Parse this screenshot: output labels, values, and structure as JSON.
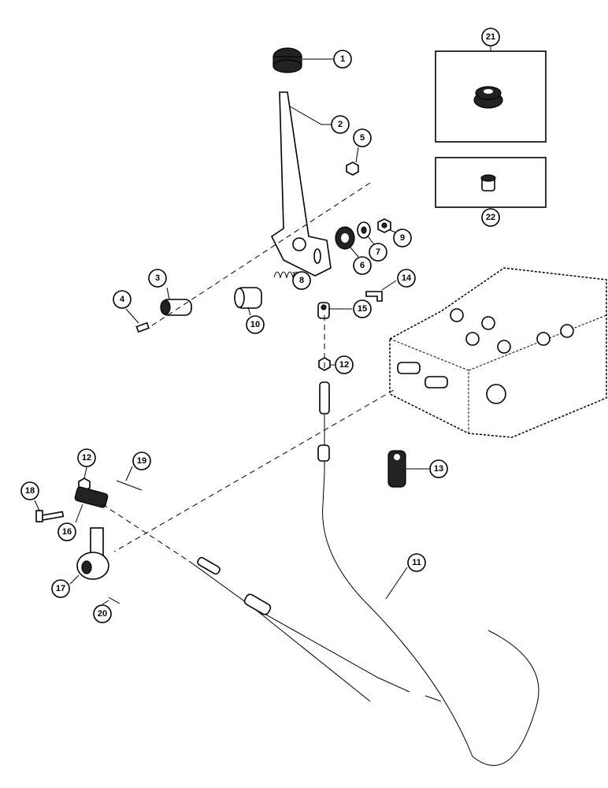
{
  "callouts": {
    "c1": "1",
    "c2": "2",
    "c3": "3",
    "c4": "4",
    "c5": "5",
    "c6": "6",
    "c7": "7",
    "c8": "8",
    "c9": "9",
    "c10": "10",
    "c11": "11",
    "c12a": "12",
    "c12b": "12",
    "c13": "13",
    "c14": "14",
    "c15": "15",
    "c16": "16",
    "c17": "17",
    "c18": "18",
    "c19": "19",
    "c20": "20",
    "c21": "21",
    "c22": "22"
  }
}
